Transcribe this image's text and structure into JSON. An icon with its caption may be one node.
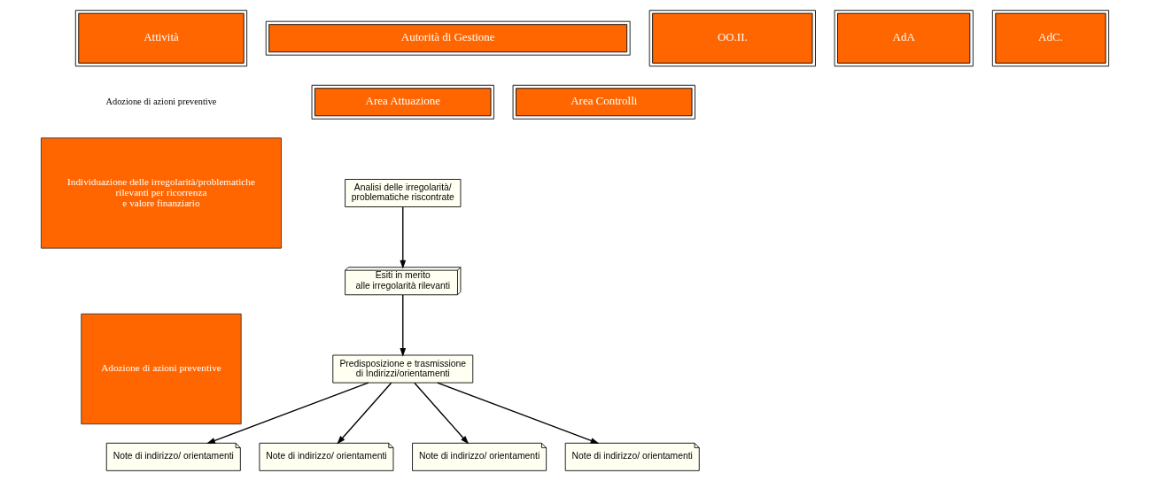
{
  "diagram": {
    "nodes": [
      {
        "text": [
          "Attività"
        ]
      },
      {
        "text": [
          "Autorità di Gestione"
        ]
      },
      {
        "text": [
          "Area Attuazione"
        ]
      },
      {
        "text": [
          "Area Controlli"
        ]
      },
      {
        "text": [
          "OO.II."
        ]
      },
      {
        "text": [
          "AdA"
        ]
      },
      {
        "text": [
          "AdC."
        ]
      },
      {
        "text": [
          "Individuazione delle irregolarità/problematiche rilevanti per ricorrenza e valore finanziario"
        ]
      },
      {
        "text": [
          "Adozione di azioni preventive"
        ]
      },
      {
        "text": [
          "Analisi delle irregolarità/ problematiche riscontrate"
        ]
      },
      {
        "text": [
          "Esiti in merito alle irregolarità rilevanti"
        ]
      },
      {
        "text": [
          "Predisposizione e trasmissione di Indirizzi/orientamenti"
        ]
      },
      {
        "text": [
          "Note di indirizzo/ orientamenti"
        ]
      },
      {
        "text": [
          "Note di indirizzo/ orientamenti"
        ]
      },
      {
        "text": [
          "Note di indirizzo/ orientamenti"
        ]
      },
      {
        "text": [
          "Note di indirizzo/ orientamenti"
        ]
      }
    ],
    "edges": [
      {
        "from": 9,
        "to": 10,
        "arrow": "to"
      },
      {
        "from": 10,
        "to": 11,
        "arrow": "to"
      },
      {
        "from": 11,
        "to": 12,
        "arrow": "to"
      },
      {
        "from": 11,
        "to": 13,
        "arrow": "to"
      },
      {
        "from": 11,
        "to": 14,
        "arrow": "to"
      },
      {
        "from": 11,
        "to": 15,
        "arrow": "to"
      }
    ],
    "labels": [
      "Adozione di azioni preventive"
    ]
  }
}
